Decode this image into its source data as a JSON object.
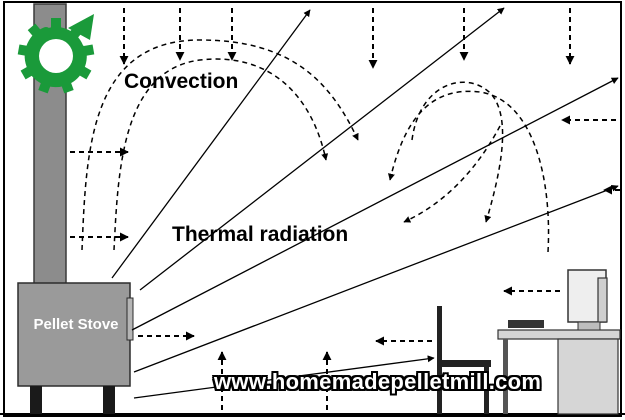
{
  "labels": {
    "convection": "Convection",
    "radiation": "Thermal radiation",
    "stove": "Pellet Stove",
    "website": "www.homemadepelletmill.com"
  },
  "colors": {
    "background": "#ffffff",
    "stove_fill": "#9a9a9a",
    "chimney_fill": "#8c8c8c",
    "logo_green": "#1a9a3a",
    "outline": "#000000",
    "desk_fill": "#d6d6d6"
  },
  "icons": {
    "logo": "gear-c-logo",
    "computer": "monitor-icon",
    "chair": "chair-icon"
  }
}
